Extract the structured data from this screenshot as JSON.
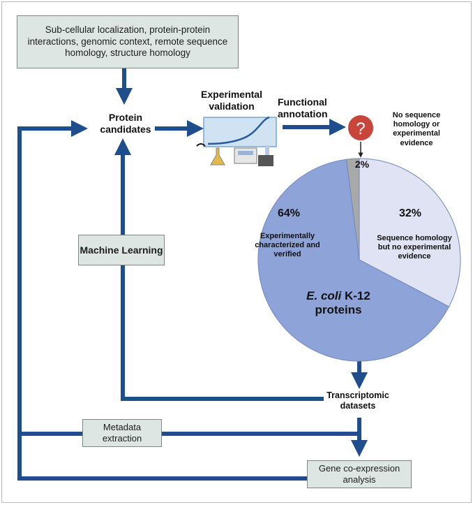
{
  "diagram": {
    "inputs_box": "Sub-cellular localization, protein-protein interactions, genomic context, remote sequence homology, structure homology",
    "protein_candidates": "Protein candidates",
    "experimental_validation": "Experimental validation",
    "functional_annotation": "Functional annotation",
    "question_mark": "?",
    "no_evidence_label": "No sequence homology or experimental evidence",
    "machine_learning": "Machine Learning",
    "transcriptomic_datasets": "Transcriptomic datasets",
    "metadata_extraction": "Metadata extraction",
    "gene_coexpression": "Gene co-expression analysis",
    "pie_center_italic": "E. coli",
    "pie_center_rest": " K-12",
    "pie_center_line2": "proteins",
    "colors": {
      "arrow": "#1f4e8c",
      "box_fill": "#dde6e2",
      "question_circle": "#c8453c"
    }
  },
  "chart_data": {
    "type": "pie",
    "title": "E. coli K-12 proteins",
    "slices": [
      {
        "label": "Experimentally characterized and verified",
        "value": 64,
        "value_text": "64%",
        "color": "#8ea4d9"
      },
      {
        "label": "Sequence homology but no experimental evidence",
        "value": 32,
        "value_text": "32%",
        "color": "#dfe3f4"
      },
      {
        "label": "No sequence homology or experimental evidence",
        "value": 2,
        "value_text": "2%",
        "color": "#a9a9a9"
      }
    ]
  }
}
